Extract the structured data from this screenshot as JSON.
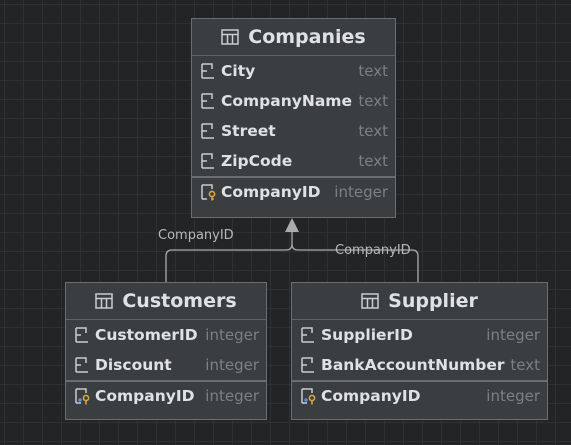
{
  "colors": {
    "canvas": "#232425",
    "grid": "#2e3032",
    "table_bg": "#3b3e41",
    "table_border": "#6b6e71",
    "text": "#dfe1e5",
    "type_text": "#7c7f83",
    "connector": "#a9abae",
    "key_accent": "#d9a441"
  },
  "tables": {
    "companies": {
      "name": "Companies",
      "icon": "table-icon",
      "columns": [
        {
          "name": "City",
          "type": "text",
          "icon": "column-icon"
        },
        {
          "name": "CompanyName",
          "type": "text",
          "icon": "column-icon"
        },
        {
          "name": "Street",
          "type": "text",
          "icon": "column-icon"
        },
        {
          "name": "ZipCode",
          "type": "text",
          "icon": "column-icon"
        }
      ],
      "keys": [
        {
          "name": "CompanyID",
          "type": "integer",
          "icon": "primary-key-icon"
        }
      ]
    },
    "customers": {
      "name": "Customers",
      "icon": "table-icon",
      "columns": [
        {
          "name": "CustomerID",
          "type": "integer",
          "icon": "column-icon"
        },
        {
          "name": "Discount",
          "type": "integer",
          "icon": "column-icon"
        }
      ],
      "keys": [
        {
          "name": "CompanyID",
          "type": "integer",
          "icon": "foreign-key-icon"
        }
      ]
    },
    "supplier": {
      "name": "Supplier",
      "icon": "table-icon",
      "columns": [
        {
          "name": "SupplierID",
          "type": "integer",
          "icon": "column-icon"
        },
        {
          "name": "BankAccountNumber",
          "type": "text",
          "icon": "column-icon"
        }
      ],
      "keys": [
        {
          "name": "CompanyID",
          "type": "integer",
          "icon": "foreign-key-icon"
        }
      ]
    }
  },
  "relations": [
    {
      "from": "customers",
      "to": "companies",
      "label": "CompanyID"
    },
    {
      "from": "supplier",
      "to": "companies",
      "label": "CompanyID"
    }
  ]
}
